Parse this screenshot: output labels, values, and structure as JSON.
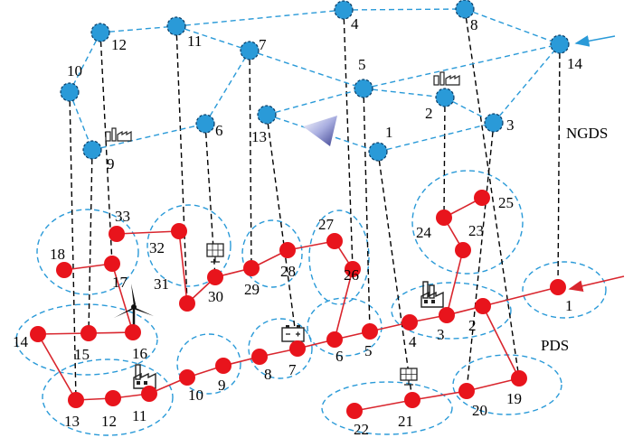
{
  "colors": {
    "gas_node": "#2a9ad8",
    "gas_pipe": "#2a9ad8",
    "power_node": "#e8141c",
    "power_line": "#d9262e",
    "zone": "#2a9ad8",
    "link": "#000000"
  },
  "labels": {
    "gas_system": "NGDS",
    "power_system": "PDS"
  },
  "gas_nodes": [
    "1",
    "2",
    "3",
    "4",
    "5",
    "6",
    "7",
    "8",
    "9",
    "10",
    "11",
    "12",
    "13",
    "14"
  ],
  "gas_pipes": [
    [
      "12",
      "11"
    ],
    [
      "11",
      "4"
    ],
    [
      "4",
      "8"
    ],
    [
      "8",
      "14"
    ],
    [
      "12",
      "10"
    ],
    [
      "11",
      "7"
    ],
    [
      "7",
      "5"
    ],
    [
      "5",
      "14"
    ],
    [
      "5",
      "2"
    ],
    [
      "2",
      "3"
    ],
    [
      "3",
      "14"
    ],
    [
      "10",
      "9"
    ],
    [
      "9",
      "6"
    ],
    [
      "6",
      "7"
    ],
    [
      "13",
      "5"
    ],
    [
      "13",
      "1"
    ],
    [
      "1",
      "3"
    ]
  ],
  "power_nodes": [
    "1",
    "2",
    "3",
    "4",
    "5",
    "6",
    "7",
    "8",
    "9",
    "10",
    "11",
    "12",
    "13",
    "14",
    "15",
    "16",
    "17",
    "18",
    "19",
    "20",
    "21",
    "22",
    "23",
    "24",
    "25",
    "26",
    "27",
    "28",
    "29",
    "30",
    "31",
    "32",
    "33"
  ],
  "power_lines": [
    [
      "1",
      "2"
    ],
    [
      "2",
      "3"
    ],
    [
      "3",
      "4"
    ],
    [
      "4",
      "5"
    ],
    [
      "5",
      "6"
    ],
    [
      "6",
      "7"
    ],
    [
      "7",
      "8"
    ],
    [
      "8",
      "9"
    ],
    [
      "9",
      "10"
    ],
    [
      "10",
      "11"
    ],
    [
      "11",
      "12"
    ],
    [
      "12",
      "13"
    ],
    [
      "13",
      "14"
    ],
    [
      "14",
      "15"
    ],
    [
      "15",
      "16"
    ],
    [
      "16",
      "17"
    ],
    [
      "17",
      "18"
    ],
    [
      "2",
      "19"
    ],
    [
      "19",
      "20"
    ],
    [
      "20",
      "21"
    ],
    [
      "21",
      "22"
    ],
    [
      "3",
      "23"
    ],
    [
      "23",
      "24"
    ],
    [
      "24",
      "25"
    ],
    [
      "6",
      "26"
    ],
    [
      "26",
      "27"
    ],
    [
      "27",
      "28"
    ],
    [
      "28",
      "29"
    ],
    [
      "29",
      "30"
    ],
    [
      "30",
      "31"
    ],
    [
      "31",
      "32"
    ],
    [
      "32",
      "33"
    ]
  ],
  "couplings": [
    [
      "14",
      "1"
    ],
    [
      "8",
      "19"
    ],
    [
      "3",
      "20"
    ],
    [
      "2",
      "24"
    ],
    [
      "4",
      "26"
    ],
    [
      "1",
      "21"
    ],
    [
      "5",
      "5"
    ],
    [
      "7",
      "29"
    ],
    [
      "6",
      "30"
    ],
    [
      "11",
      "31"
    ],
    [
      "12",
      "17"
    ],
    [
      "9",
      "15"
    ],
    [
      "10",
      "13"
    ],
    [
      "13",
      "7"
    ]
  ],
  "zones": [
    [
      "17",
      "18",
      "33"
    ],
    [
      "31",
      "32"
    ],
    [
      "28",
      "29"
    ],
    [
      "26",
      "27"
    ],
    [
      "23",
      "24",
      "25"
    ],
    [
      "1"
    ],
    [
      "14",
      "15",
      "16"
    ],
    [
      "11",
      "12",
      "13"
    ],
    [
      "9",
      "10"
    ],
    [
      "7",
      "8"
    ],
    [
      "5",
      "6"
    ],
    [
      "2",
      "3",
      "4"
    ],
    [
      "21",
      "22"
    ],
    [
      "19",
      "20"
    ]
  ],
  "icons": [
    "factory-icon",
    "factory-icon",
    "factory-icon",
    "factory-icon",
    "factory-icon",
    "solar-panel-icon",
    "solar-panel-icon",
    "wind-turbine-icon",
    "battery-icon",
    "gas-source-icon"
  ]
}
